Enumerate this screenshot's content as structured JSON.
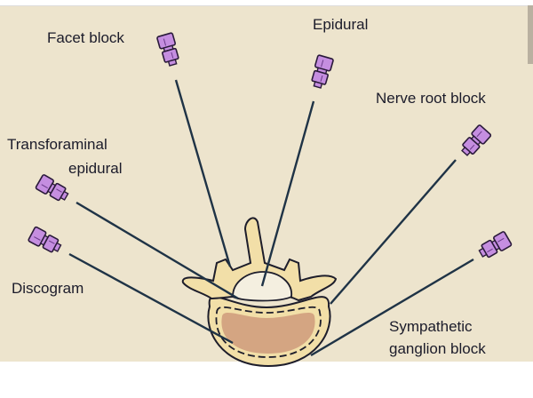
{
  "title": "Spinal injection procedures",
  "labels": {
    "facet_block": "Facet block",
    "epidural": "Epidural",
    "nerve_root_block": "Nerve root block",
    "transforaminal_line1": "Transforaminal",
    "transforaminal_line2": "epidural",
    "discogram": "Discogram",
    "sympathetic_line1": "Sympathetic",
    "sympathetic_line2": "ganglion block"
  },
  "colors": {
    "background": "#ede4cd",
    "needle_hub": "#c58ee0",
    "needle_shaft": "#1f3346",
    "bone": "#f2dfa8",
    "disc_nucleus": "#d4a582",
    "canal": "#f4efe0",
    "outline": "#1d1d2b"
  }
}
